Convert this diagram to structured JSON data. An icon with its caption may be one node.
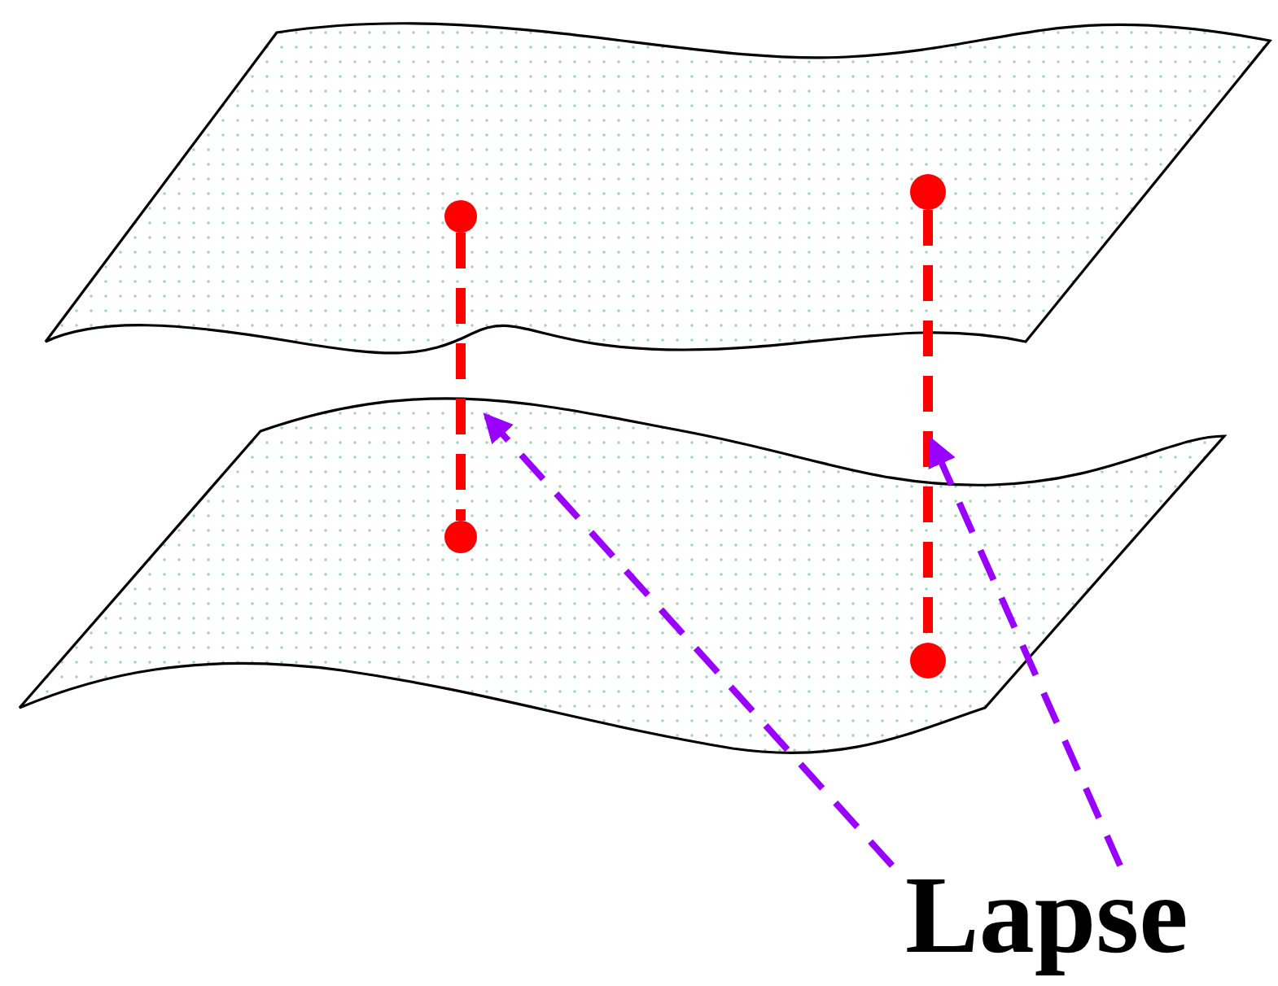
{
  "diagram": {
    "nodes": [
      {
        "text": [],
        "shape": "circle"
      },
      {
        "text": [],
        "shape": "circle"
      },
      {
        "text": [],
        "shape": "circle"
      },
      {
        "text": [],
        "shape": "circle"
      },
      {
        "text": [
          "Lapse"
        ]
      }
    ],
    "edges": [
      {
        "from": 0,
        "to": 2,
        "arrow": "none",
        "style": "dashed",
        "color": "#ff0000"
      },
      {
        "from": 1,
        "to": 3,
        "arrow": "none",
        "style": "dashed",
        "color": "#ff0000"
      },
      {
        "from": 4,
        "to": null,
        "arrow": "to",
        "style": "dashed",
        "color": "#9900ff"
      },
      {
        "from": 4,
        "to": null,
        "arrow": "to",
        "style": "dashed",
        "color": "#9900ff"
      }
    ]
  }
}
